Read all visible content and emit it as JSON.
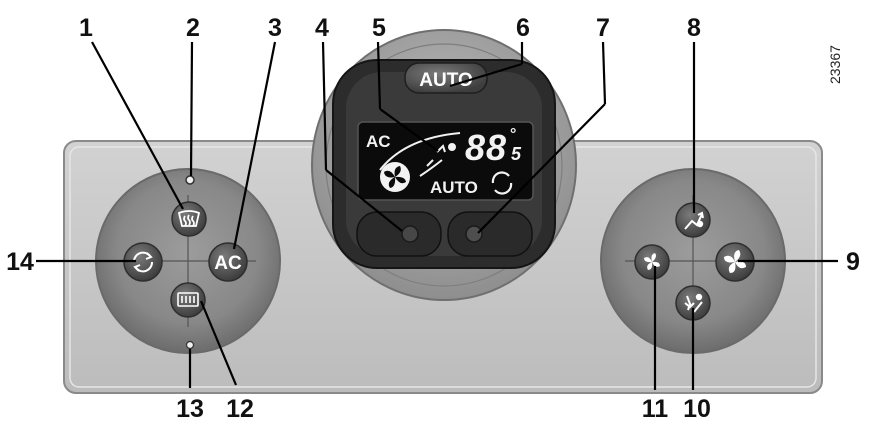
{
  "figure_ref": "23367",
  "callouts": [
    "1",
    "2",
    "3",
    "4",
    "5",
    "6",
    "7",
    "8",
    "9",
    "10",
    "11",
    "12",
    "13",
    "14"
  ],
  "auto_button": {
    "label": "AUTO"
  },
  "display": {
    "ac_label": "AC",
    "auto_label": "AUTO",
    "temperature_main": "88",
    "temperature_decimal": "5",
    "degree": "°"
  },
  "left_knob": {
    "ac_label": "AC"
  },
  "colors": {
    "panel": "#c8c8c8",
    "knob": "#8a8a8a",
    "button": "#5a5a5a",
    "display": "#0c0c0c",
    "leader": "#000000"
  },
  "icons": [
    "windscreen-demist-icon",
    "recirculation-icon",
    "rear-demist-icon",
    "fan-decrease-icon",
    "fan-increase-icon",
    "air-to-face-icon",
    "air-to-feet-icon",
    "recirculation-display-icon",
    "fan-display-icon"
  ]
}
